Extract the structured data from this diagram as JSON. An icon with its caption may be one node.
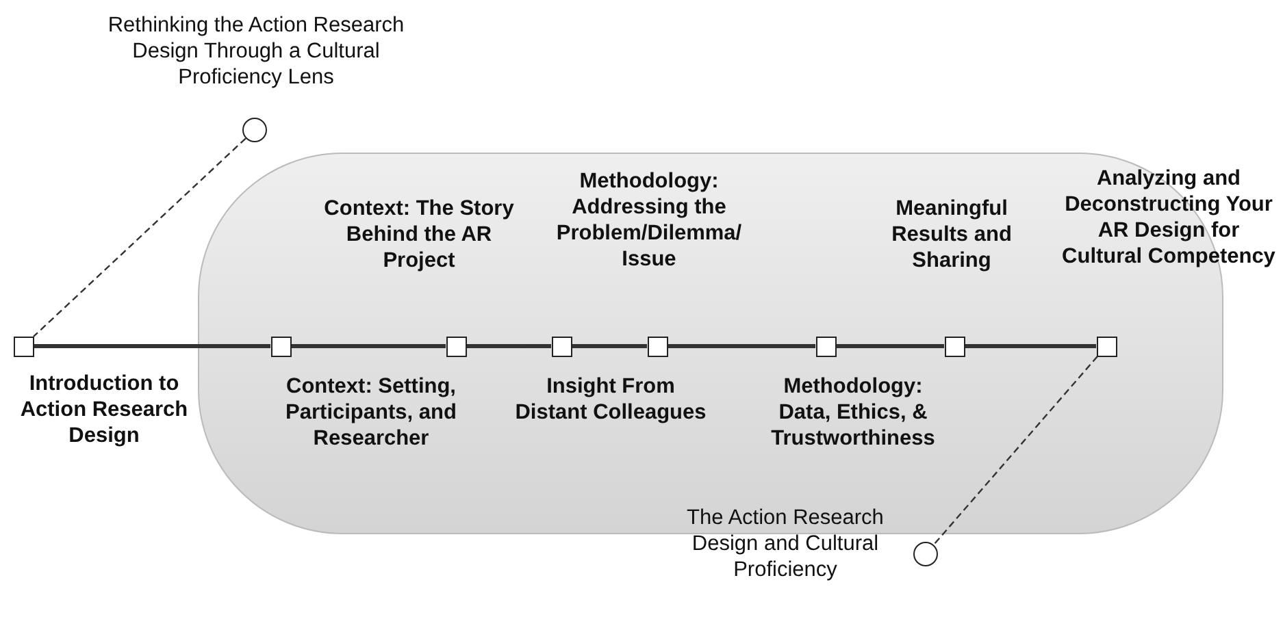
{
  "diagram": {
    "nodes": [
      {
        "text": [
          "Rethinking the Action Research Design Through a Cultural Proficiency Lens"
        ]
      },
      {
        "text": [
          "Introduction to Action Research Design"
        ]
      },
      {
        "text": [
          "Context: Setting, Participants, and Researcher"
        ]
      },
      {
        "text": [
          "Context: The Story Behind the AR Project"
        ]
      },
      {
        "text": [
          "Insight From Distant Colleagues"
        ]
      },
      {
        "text": [
          "Methodology: Addressing the Problem/Dilemma/ Issue"
        ]
      },
      {
        "text": [
          "Methodology: Data, Ethics, & Trustworthiness"
        ]
      },
      {
        "text": [
          "Meaningful Results and Sharing"
        ]
      },
      {
        "text": [
          "Analyzing and Deconstructing Your AR Design for Cultural Competency"
        ]
      },
      {
        "text": [
          "The Action Research Design and Cultural Proficiency"
        ]
      }
    ],
    "edges": [
      {
        "from": 0,
        "to": 1,
        "arrow": "none",
        "style": "dashed"
      },
      {
        "from": 1,
        "to": 2,
        "arrow": "none"
      },
      {
        "from": 2,
        "to": 3,
        "arrow": "none"
      },
      {
        "from": 3,
        "to": 4,
        "arrow": "none"
      },
      {
        "from": 4,
        "to": 5,
        "arrow": "none"
      },
      {
        "from": 5,
        "to": 6,
        "arrow": "none"
      },
      {
        "from": 6,
        "to": 7,
        "arrow": "none"
      },
      {
        "from": 7,
        "to": 8,
        "arrow": "none"
      },
      {
        "from": 8,
        "to": 9,
        "arrow": "none",
        "style": "dashed"
      }
    ]
  }
}
